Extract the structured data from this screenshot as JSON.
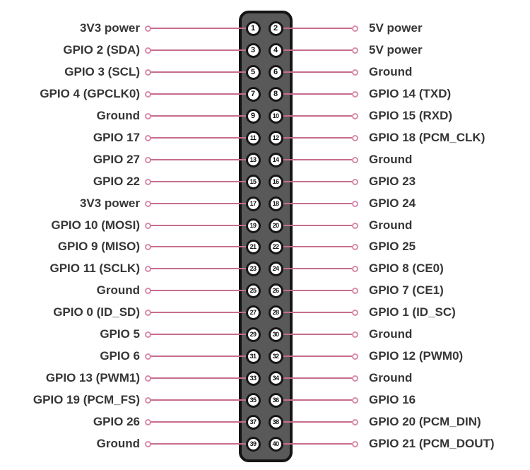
{
  "diagram": {
    "name": "Raspberry Pi GPIO header pinout",
    "colors": {
      "background": "#ffffff",
      "connector_body": "#59595a",
      "connector_border": "#151515",
      "pin_fill": "#ffffff",
      "pin_border": "#161616",
      "wire_line": "#c76d8f",
      "wire_ring": "#d98bab",
      "label_text": "#363636"
    },
    "rows": [
      {
        "left_pin": "1",
        "left_label": "3V3 power",
        "right_pin": "2",
        "right_label": "5V power"
      },
      {
        "left_pin": "3",
        "left_label": "GPIO 2 (SDA)",
        "right_pin": "4",
        "right_label": "5V power"
      },
      {
        "left_pin": "5",
        "left_label": "GPIO 3 (SCL)",
        "right_pin": "6",
        "right_label": "Ground"
      },
      {
        "left_pin": "7",
        "left_label": "GPIO 4 (GPCLK0)",
        "right_pin": "8",
        "right_label": "GPIO 14 (TXD)"
      },
      {
        "left_pin": "9",
        "left_label": "Ground",
        "right_pin": "10",
        "right_label": "GPIO 15 (RXD)"
      },
      {
        "left_pin": "11",
        "left_label": "GPIO 17",
        "right_pin": "12",
        "right_label": "GPIO 18 (PCM_CLK)"
      },
      {
        "left_pin": "13",
        "left_label": "GPIO 27",
        "right_pin": "14",
        "right_label": "Ground"
      },
      {
        "left_pin": "15",
        "left_label": "GPIO 22",
        "right_pin": "16",
        "right_label": "GPIO 23"
      },
      {
        "left_pin": "17",
        "left_label": "3V3 power",
        "right_pin": "18",
        "right_label": "GPIO 24"
      },
      {
        "left_pin": "19",
        "left_label": "GPIO 10 (MOSI)",
        "right_pin": "20",
        "right_label": "Ground"
      },
      {
        "left_pin": "21",
        "left_label": "GPIO 9 (MISO)",
        "right_pin": "22",
        "right_label": "GPIO 25"
      },
      {
        "left_pin": "23",
        "left_label": "GPIO 11 (SCLK)",
        "right_pin": "24",
        "right_label": "GPIO 8 (CE0)"
      },
      {
        "left_pin": "25",
        "left_label": "Ground",
        "right_pin": "26",
        "right_label": "GPIO 7 (CE1)"
      },
      {
        "left_pin": "27",
        "left_label": "GPIO 0 (ID_SD)",
        "right_pin": "28",
        "right_label": "GPIO 1 (ID_SC)"
      },
      {
        "left_pin": "29",
        "left_label": "GPIO 5",
        "right_pin": "30",
        "right_label": "Ground"
      },
      {
        "left_pin": "31",
        "left_label": "GPIO 6",
        "right_pin": "32",
        "right_label": "GPIO 12 (PWM0)"
      },
      {
        "left_pin": "33",
        "left_label": "GPIO 13 (PWM1)",
        "right_pin": "34",
        "right_label": "Ground"
      },
      {
        "left_pin": "35",
        "left_label": "GPIO 19 (PCM_FS)",
        "right_pin": "36",
        "right_label": "GPIO 16"
      },
      {
        "left_pin": "37",
        "left_label": "GPIO 26",
        "right_pin": "38",
        "right_label": "GPIO 20 (PCM_DIN)"
      },
      {
        "left_pin": "39",
        "left_label": "Ground",
        "right_pin": "40",
        "right_label": "GPIO 21 (PCM_DOUT)"
      }
    ]
  }
}
